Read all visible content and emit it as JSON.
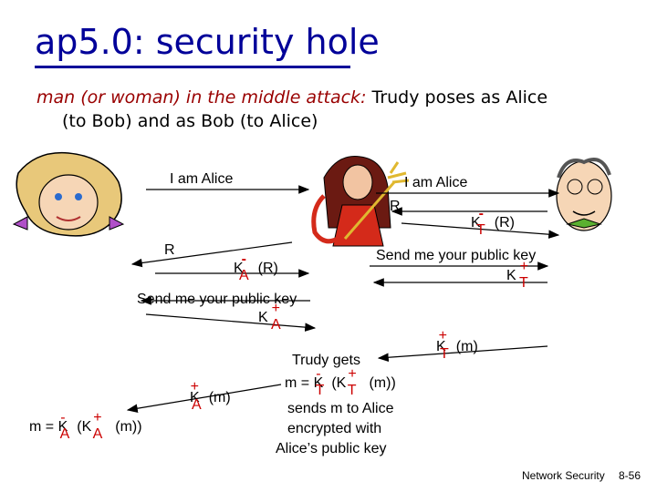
{
  "title": "ap5.0: security hole",
  "intro": {
    "lead": "man (or woman) in the middle attack:",
    "rest": "Trudy poses as Alice",
    "line2": "(to Bob) and as Bob (to Alice)"
  },
  "messages": {
    "alice_to_trudy": "I am Alice",
    "trudy_to_bob": "I am Alice",
    "bob_R": "R",
    "trudy_K": "K",
    "trudy_Ksub": "T",
    "trudy_Ksup": "-",
    "trudy_R": "(R)",
    "trudy_R_to_alice": "R",
    "alice_K": "K",
    "alice_Ksub": "A",
    "alice_Ksup": "-",
    "alice_R": "(R)",
    "send_key_right": "Send me your public key",
    "trudy_pub_K": "K",
    "trudy_pub_sub": "T",
    "trudy_pub_sup": "+",
    "send_key_left": "Send me your public key",
    "alice_pub_K": "K",
    "alice_pub_sub": "A",
    "alice_pub_sup": "+",
    "bob_m_K": "K",
    "bob_m_sup": "+",
    "bob_m_sub": "T",
    "bob_m_rest": "(m)",
    "trudy_gets": "Trudy gets",
    "trudy_m_prefix": "m = K",
    "trudy_m_sup1": "-",
    "trudy_m_sub1": "T",
    "trudy_m_mid": "(K",
    "trudy_m_sup2": "+",
    "trudy_m_sub2": "T",
    "trudy_m_end": "(m))",
    "sends_line1": "sends m to Alice",
    "sends_line2": "encrypted with",
    "sends_line3": "Alice’s public key",
    "alice_m_K": "K",
    "alice_m_sup": "+",
    "alice_m_sub": "A",
    "alice_m_rest": "(m)",
    "alice_decrypt_prefix": "m = K",
    "alice_decrypt_sup1": "-",
    "alice_decrypt_sub1": "A",
    "alice_decrypt_mid": "(K",
    "alice_decrypt_sup2": "+",
    "alice_decrypt_sub2": "A",
    "alice_decrypt_end": "(m))"
  },
  "footer": {
    "label": "Network Security",
    "page": "8-56"
  },
  "colors": {
    "title": "#000099",
    "accent_red": "#cc0000",
    "italic_red": "#990000"
  }
}
